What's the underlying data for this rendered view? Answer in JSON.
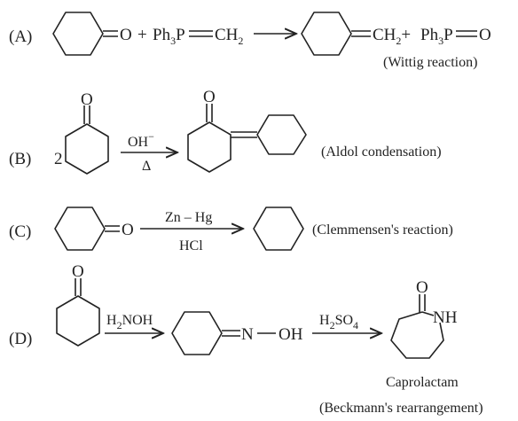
{
  "reactions": [
    {
      "label": "(A)",
      "reactant_o": "O",
      "plus": "+",
      "wittig_reagent": {
        "ph": "Ph",
        "sub": "3",
        "rest": "P",
        "ch": "CH",
        "ch_sub": "2"
      },
      "product_ch": "CH",
      "product_ch_sub": "2",
      "product_plus": "+",
      "byproduct": {
        "ph": "Ph",
        "sub": "3",
        "rest": "P",
        "o": "O"
      },
      "name": "(Wittig reaction)"
    },
    {
      "label": "(B)",
      "coefficient": "2",
      "reactant_o": "O",
      "reagent_top": "OH",
      "reagent_top_sup": "−",
      "reagent_bottom": "Δ",
      "product_o": "O",
      "name": "(Aldol condensation)"
    },
    {
      "label": "(C)",
      "reactant_o": "O",
      "reagent_top": "Zn – Hg",
      "reagent_bottom": "HCl",
      "name": "(Clemmensen's reaction)"
    },
    {
      "label": "(D)",
      "reactant_o": "O",
      "reagent1": {
        "h": "H",
        "sub": "2",
        "rest": "NOH"
      },
      "oxime_n": "N",
      "oxime_oh": "OH",
      "reagent2": {
        "h": "H",
        "sub": "2",
        "so": "SO",
        "sub2": "4"
      },
      "product_o": "O",
      "product_nh": "NH",
      "product_name": "Caprolactam",
      "name": "(Beckmann's rearrangement)"
    }
  ]
}
